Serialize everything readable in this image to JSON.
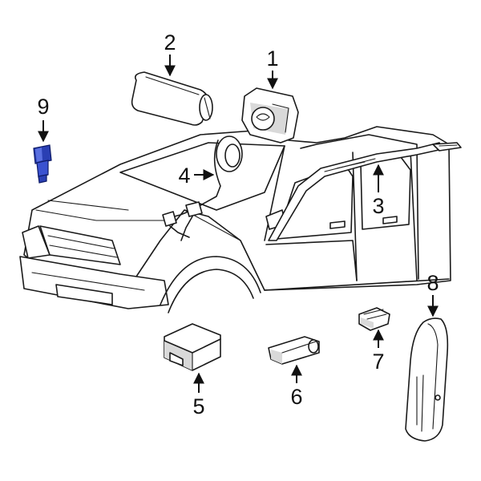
{
  "callouts": [
    {
      "id": 1,
      "label": "1"
    },
    {
      "id": 2,
      "label": "2"
    },
    {
      "id": 3,
      "label": "3"
    },
    {
      "id": 4,
      "label": "4"
    },
    {
      "id": 5,
      "label": "5"
    },
    {
      "id": 6,
      "label": "6"
    },
    {
      "id": 7,
      "label": "7"
    },
    {
      "id": 8,
      "label": "8"
    },
    {
      "id": 9,
      "label": "9"
    }
  ],
  "colors": {
    "highlight_part": "#2a3fb3",
    "line_art": "#1a1a1a",
    "background": "#ffffff"
  }
}
